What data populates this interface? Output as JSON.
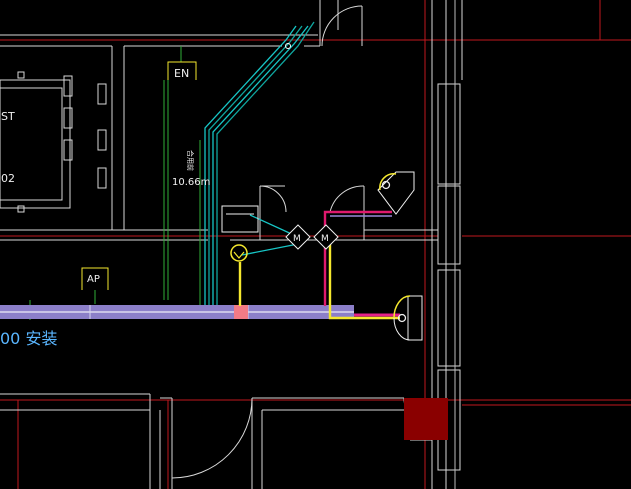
{
  "drawing": {
    "labels": {
      "en_box": "EN",
      "ap_box": "AP",
      "elevator_top": "ST",
      "elevator_bottom": "02",
      "dimension": "10.66m",
      "vertical_note": "合用前",
      "install_note": "00 安装",
      "motor_left": "M",
      "motor_right": "M"
    },
    "colors": {
      "background": "#000000",
      "wall": "#d8d8d8",
      "grid_red": "#c0181e",
      "cable_green": "#2fae38",
      "cable_cyan": "#17c6c6",
      "cable_yellow": "#f5e82e",
      "cable_pink": "#e0196e",
      "tray_violet": "#8c7fc9",
      "column_fill": "#8a0000",
      "box_fill": "#f37b86"
    },
    "icons": [
      "duct-fan-icon",
      "elevator-icon",
      "motor-valve-icon",
      "junction-box-icon",
      "door-swing-icon"
    ]
  }
}
